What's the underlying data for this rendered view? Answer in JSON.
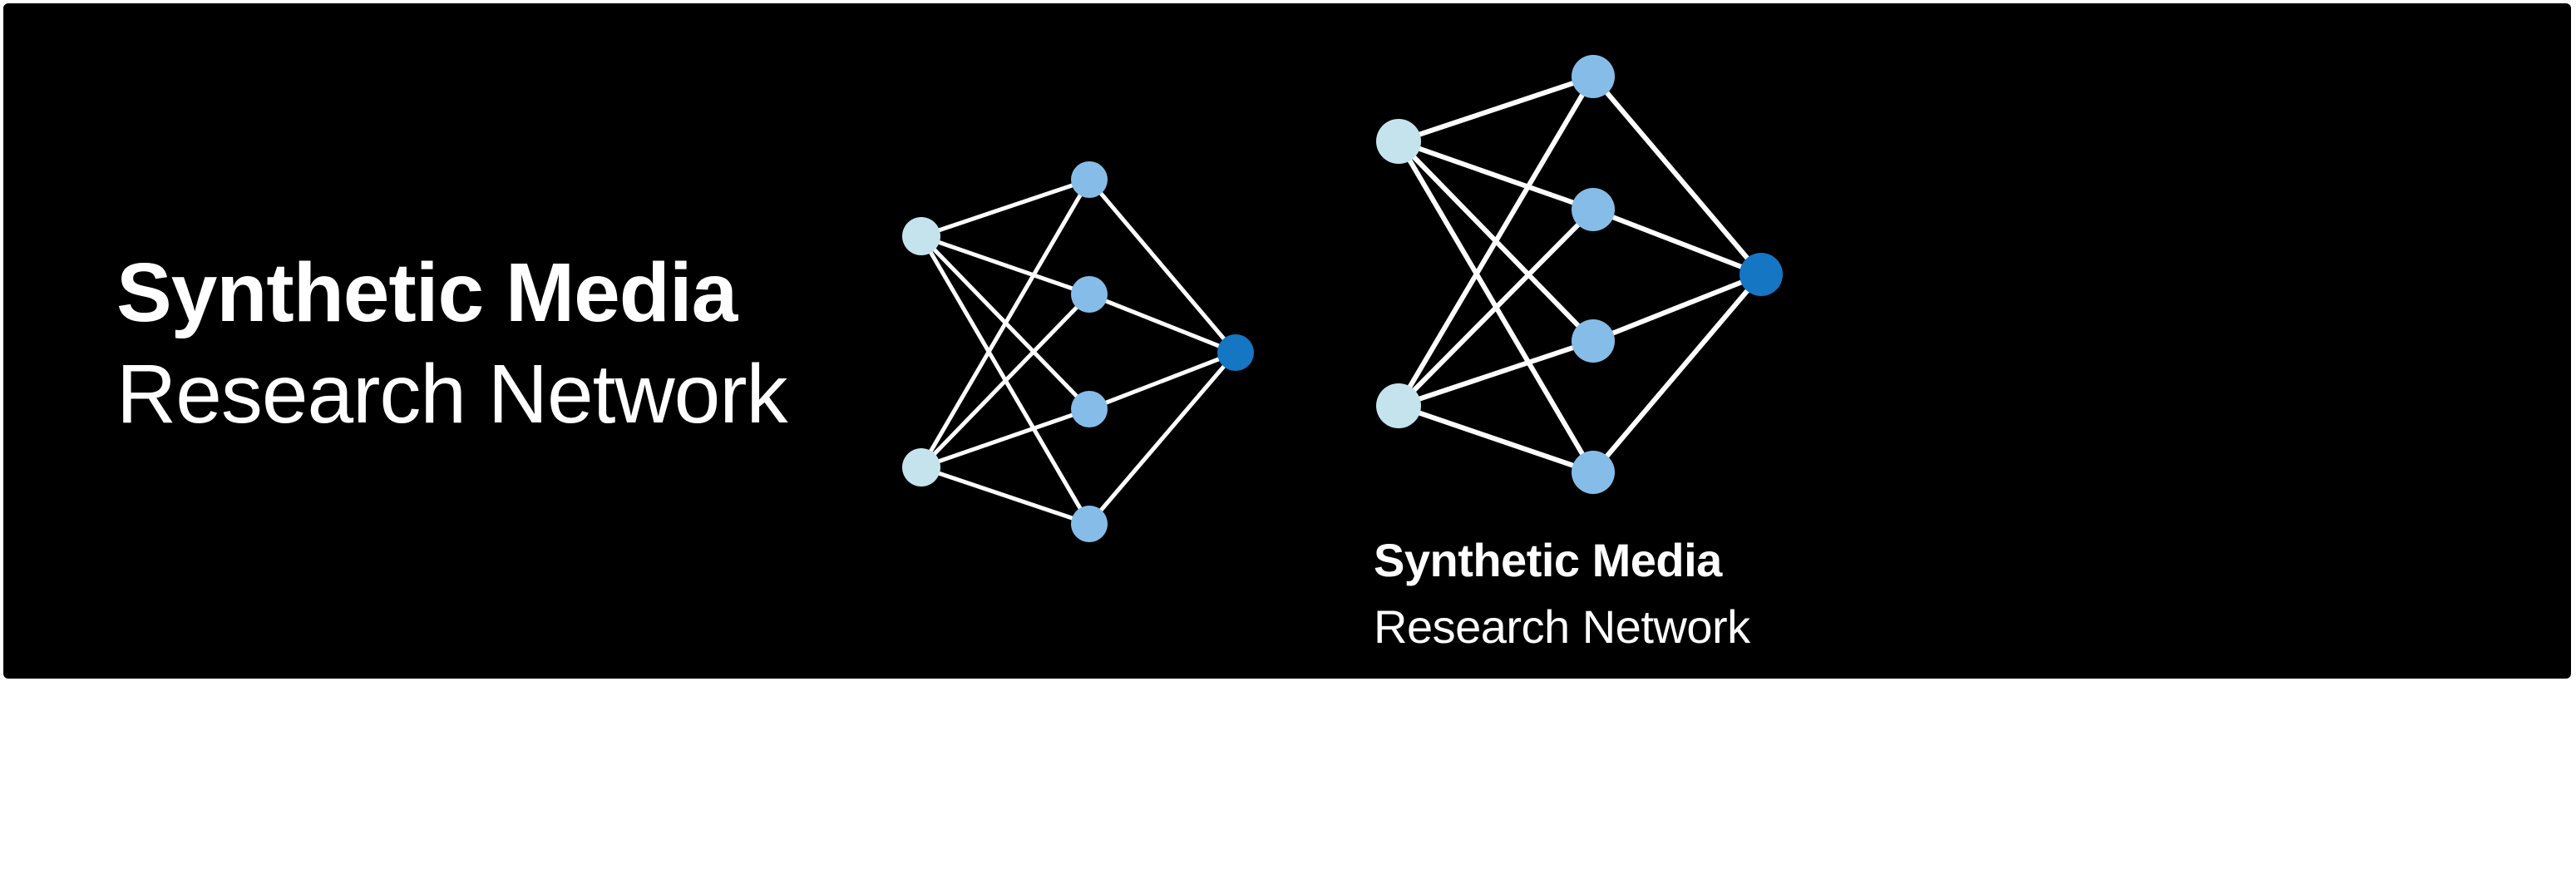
{
  "logos": [
    {
      "variant": "horizontal",
      "line1": "Synthetic Media",
      "line2": "Research Network"
    },
    {
      "variant": "stacked",
      "line1": "Synthetic Media",
      "line2": "Research Network"
    }
  ],
  "colors": {
    "background": "#000000",
    "page": "#ffffff",
    "text": "#ffffff",
    "edge": "#ffffff",
    "input_node": "#c5e3ec",
    "hidden_node": "#85bde8",
    "output_node": "#1576c4"
  },
  "icons": [
    "neural-network-icon",
    "neural-network-icon"
  ]
}
